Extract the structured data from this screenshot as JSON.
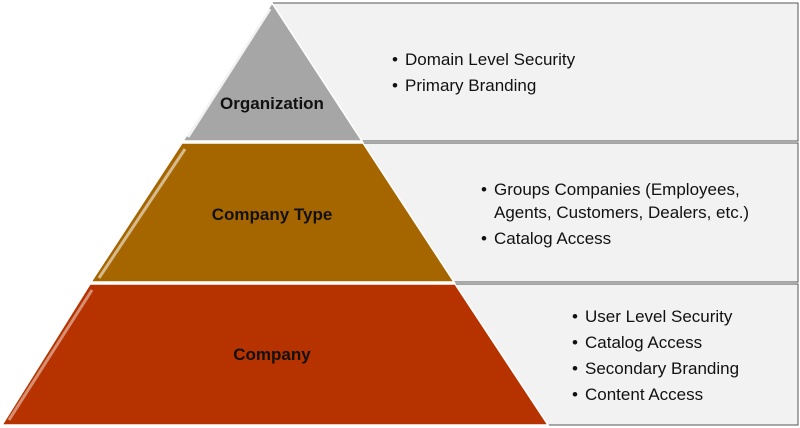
{
  "colors": {
    "organization": "#a6a6a6",
    "company_type": "#a56600",
    "company": "#b63300",
    "panel_fill": "#f2f2f2",
    "panel_stroke": "#555555",
    "highlight": "#ffffff"
  },
  "levels": [
    {
      "id": "organization",
      "label": "Organization",
      "bullets": [
        "Domain Level Security",
        "Primary Branding"
      ]
    },
    {
      "id": "company_type",
      "label": "Company Type",
      "bullets": [
        [
          "Groups Companies (Employees,",
          "Agents, Customers, Dealers, etc.)"
        ],
        "Catalog Access"
      ]
    },
    {
      "id": "company",
      "label": "Company",
      "bullets": [
        "User Level Security",
        "Catalog Access",
        "Secondary Branding",
        "Content Access"
      ]
    }
  ]
}
